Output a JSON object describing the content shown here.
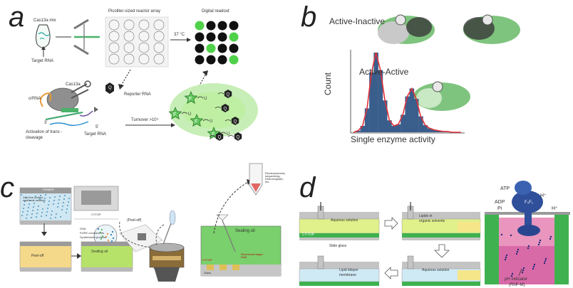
{
  "panels": {
    "a": {
      "letter": "a",
      "cas13a_mix": "Cas13a mix",
      "target_rna_top": "Target RNA",
      "reactor_array": "Picoliter-sized reactor array",
      "digital_readout": "Digital readout",
      "temperature": "37 °C",
      "cas13a": "Cas13a",
      "crrna": "crRNA",
      "reporter_rna": "Reporter RNA",
      "turnover": "Turnover >10⁴",
      "three_prime": "3'",
      "five_prime": "5'",
      "activation": "Activation of trans -",
      "cleavage": "cleavage",
      "target_rna_bottom": "Target RNA",
      "q": "Q",
      "f": "F",
      "u": "U"
    },
    "b": {
      "letter": "b",
      "active_inactive": "Active-Inactive",
      "active_active": "Active-Active",
      "count": "Count",
      "x_axis": "Single enzyme activity"
    },
    "c": {
      "letter": "c",
      "primer": "PRIMER",
      "cellfree": "Cell-free protein synthesis solution",
      "cytop": "CYTOP",
      "dna": "DNA",
      "pure": "PURE components",
      "synthesized": "Synthesized proteins",
      "peel_off_box": "Peel-off",
      "sealing_oil": "Sealing oil",
      "peel_off_label": "(Peel-off)",
      "sealing_oil_big": "Sealing oil",
      "analysis": "Electrophoresis, sequencing, DNA template, etc.",
      "recovered": "Recovered target DNA",
      "glass": "Glass",
      "cytop2": "CYTOP"
    },
    "d": {
      "letter": "d",
      "aqueous1": "Aqueous solution",
      "lipids": "Lipids in",
      "organic": "organic solvents",
      "cytop": "CYTOP",
      "slide_glass": "Slide glass",
      "bilayer1": "Lipid bilayer",
      "bilayer2": "membrane",
      "aqueous2": "Aqueous solution",
      "atp": "ATP",
      "adp": "ADP",
      "pi": "Pi",
      "f0f1": "F₀F₁",
      "h_plus": "H⁺",
      "ph1": "pH indicator",
      "ph2": "(RhP-M)"
    }
  },
  "chart_data": {
    "type": "area",
    "title": "",
    "xlabel": "Single enzyme activity",
    "ylabel": "Count",
    "annotations": [
      "Active-Inactive",
      "Active-Active"
    ],
    "series": [
      {
        "values": [
          0,
          2,
          8,
          30,
          75,
          100,
          78,
          40,
          15,
          8,
          10,
          22,
          45,
          55,
          42,
          20,
          9,
          5,
          3,
          2,
          1,
          1,
          0,
          0,
          0
        ]
      }
    ],
    "colors": {
      "fill": "#3a5e8c",
      "fit": "#e0323a"
    }
  }
}
